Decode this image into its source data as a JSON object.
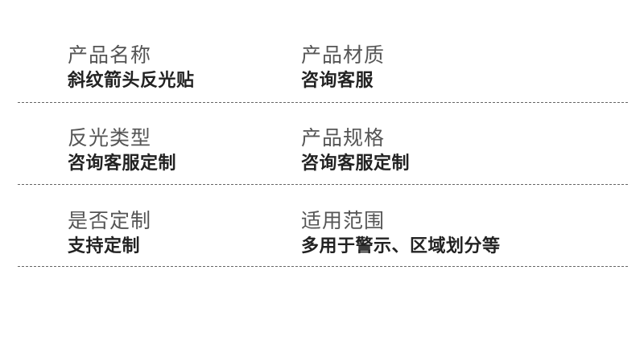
{
  "rows": [
    {
      "left": {
        "label": "产品名称",
        "value": "斜纹箭头反光贴"
      },
      "right": {
        "label": "产品材质",
        "value": "咨询客服"
      }
    },
    {
      "left": {
        "label": "反光类型",
        "value": "咨询客服定制"
      },
      "right": {
        "label": "产品规格",
        "value": "咨询客服定制"
      }
    },
    {
      "left": {
        "label": "是否定制",
        "value": "支持定制"
      },
      "right": {
        "label": "适用范围",
        "value": "多用于警示、区域划分等"
      }
    }
  ]
}
